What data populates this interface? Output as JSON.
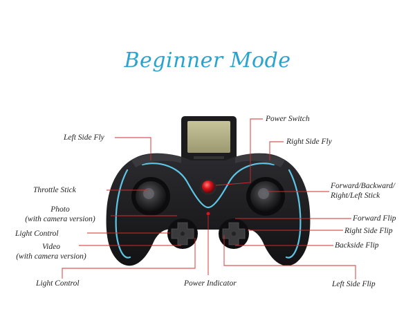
{
  "title": "Beginner Mode",
  "labels": {
    "power_switch": "Power Switch",
    "left_side_fly": "Left Side Fly",
    "right_side_fly": "Right Side Fly",
    "throttle_stick": "Throttle Stick",
    "fwd_back_line1": "Forward/Backward/",
    "fwd_back_line2": "Right/Left Stick",
    "photo_line1": "Photo",
    "photo_line2": "(with camera version)",
    "forward_flip": "Forward Flip",
    "light_control_1": "Light Control",
    "right_side_flip": "Right Side Flip",
    "video_line1": "Video",
    "video_line2": "(with camera version)",
    "backside_flip": "Backside Flip",
    "light_control_2": "Light Control",
    "power_indicator": "Power Indicator",
    "left_side_flip": "Left Side Flip"
  },
  "colors": {
    "title": "#2aa3cf",
    "leader_line": "#d42a2a",
    "controller_body": "#1b1b1d",
    "accent_trim": "#5fc7e6",
    "power_button": "#d8141c"
  }
}
